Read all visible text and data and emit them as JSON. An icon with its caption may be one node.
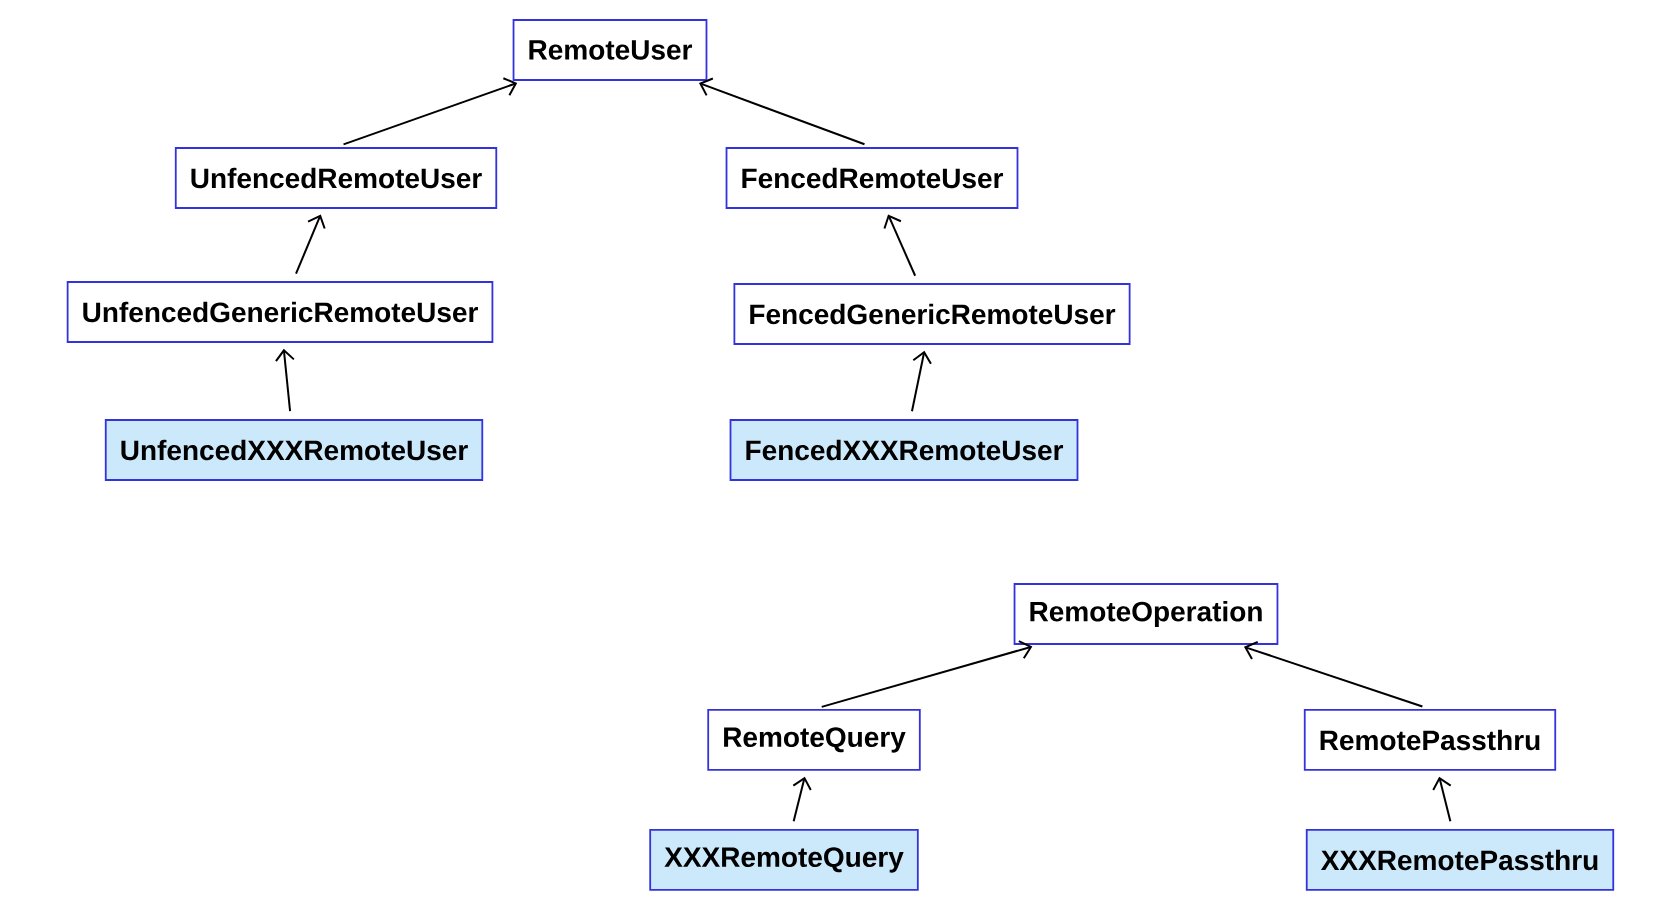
{
  "diagram": {
    "nodes": [
      {
        "text": [
          "RemoteUser"
        ]
      },
      {
        "text": [
          "UnfencedRemoteUser"
        ]
      },
      {
        "text": [
          "FencedRemoteUser"
        ]
      },
      {
        "text": [
          "UnfencedGenericRemoteUser"
        ]
      },
      {
        "text": [
          "FencedGenericRemoteUser"
        ]
      },
      {
        "text": [
          "UnfencedXXXRemoteUser"
        ]
      },
      {
        "text": [
          "FencedXXXRemoteUser"
        ]
      },
      {
        "text": [
          "RemoteOperation"
        ]
      },
      {
        "text": [
          "RemoteQuery"
        ]
      },
      {
        "text": [
          "RemotePassthru"
        ]
      },
      {
        "text": [
          "XXXRemoteQuery"
        ]
      },
      {
        "text": [
          "XXXRemotePassthru"
        ]
      }
    ],
    "edges": [
      {
        "from": 1,
        "to": 0,
        "arrow": "to"
      },
      {
        "from": 2,
        "to": 0,
        "arrow": "to"
      },
      {
        "from": 3,
        "to": 1,
        "arrow": "to"
      },
      {
        "from": 4,
        "to": 2,
        "arrow": "to"
      },
      {
        "from": 5,
        "to": 3,
        "arrow": "to"
      },
      {
        "from": 6,
        "to": 4,
        "arrow": "to"
      },
      {
        "from": 8,
        "to": 7,
        "arrow": "to"
      },
      {
        "from": 9,
        "to": 7,
        "arrow": "to"
      },
      {
        "from": 10,
        "to": 8,
        "arrow": "to"
      },
      {
        "from": 11,
        "to": 9,
        "arrow": "to"
      }
    ]
  }
}
